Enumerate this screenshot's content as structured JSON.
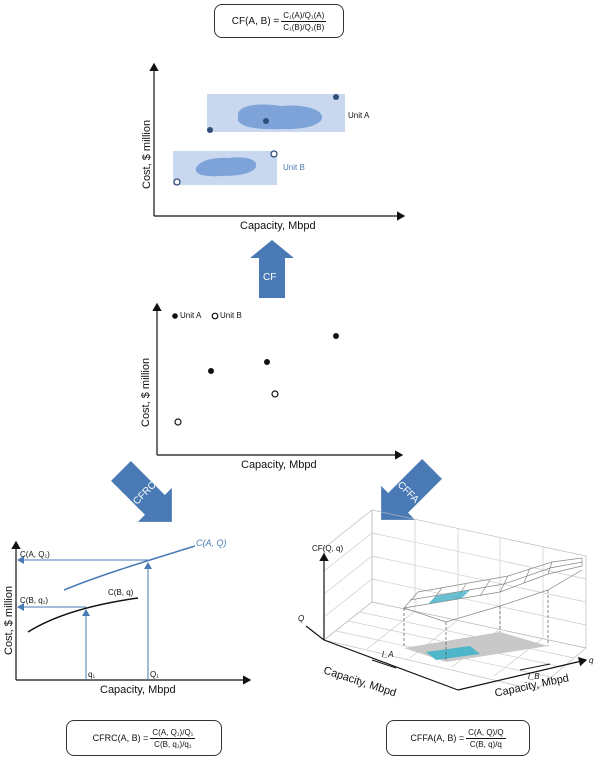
{
  "top_formula": {
    "lhs": "CF(A, B) =",
    "num": "C₁(A)/Q₁(A)",
    "den": "C₁(B)/Q₁(B)"
  },
  "chart_top": {
    "xlabel": "Capacity, Mbpd",
    "ylabel": "Cost, $ million",
    "unit_a": "Unit A",
    "unit_b": "Unit B"
  },
  "arrow_cf": "CF",
  "chart_mid": {
    "xlabel": "Capacity, Mbpd",
    "ylabel": "Cost, $ million",
    "legend_a": "Unit A",
    "legend_b": "Unit B"
  },
  "arrow_cfrc": "CFRC",
  "arrow_cffa": "CFFA",
  "chart_left": {
    "xlabel": "Capacity, Mbpd",
    "ylabel": "Cost, $ million",
    "curve_a": "C(A, Q)",
    "curve_b": "C(B, q)",
    "level_a": "C(A, Q₁)",
    "level_b": "C(B, q₁)",
    "tick_q": "q₁",
    "tick_Q": "Q₁"
  },
  "chart_right": {
    "zlabel": "CF(Q, q)",
    "axis_Q": "Q",
    "axis_q": "q",
    "xlabel_left": "Capacity, Mbpd",
    "xlabel_right": "Capacity, Mbpd",
    "l_a": "l_A",
    "l_b": "l_B"
  },
  "formula_cfrc": {
    "lhs": "CFRC(A, B) =",
    "num": "C(A, Q₁)/Q₁",
    "den": "C(B, q₁)/q₁"
  },
  "formula_cffa": {
    "lhs": "CFFA(A, B) =",
    "num": "C(A, Q)/Q",
    "den": "C(B, q)/q"
  },
  "colors": {
    "arrow": "#4a7ab5",
    "region": "#c9d8ef",
    "blob": "#7da3d9",
    "curve_a": "#4a7ab5",
    "teal": "#4fb5c9"
  }
}
